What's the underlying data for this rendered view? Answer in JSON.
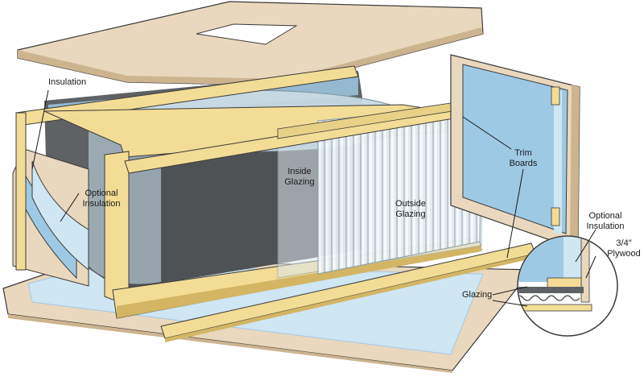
{
  "labels": {
    "insulation": "Insulation",
    "optional_insulation": "Optional\nInsulation",
    "inside_glazing": "Inside\nGlazing",
    "outside_glazing": "Outside\nGlazing",
    "trim_boards": "Trim\nBoards",
    "detail_optional_insulation": "Optional\nInsulation",
    "detail_plywood": "3/4″\nPlywood",
    "detail_glazing": "Glazing"
  },
  "colors": {
    "plywood": "#e9d8bd",
    "plywood_edge": "#cdb48f",
    "trim": "#f3dc95",
    "trim_edge": "#d3b564",
    "insulation": "#9ec9e4",
    "insulation_light": "#cfe6f3",
    "glazing": "#dde8ef",
    "tank": "#c9dbe4",
    "interior": "#5f6264",
    "outline": "#3a3a3a"
  }
}
